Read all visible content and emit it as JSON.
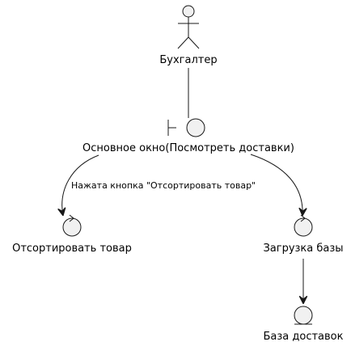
{
  "diagram": {
    "nodes": {
      "accountant": {
        "label": "Бухгалтер",
        "kind": "actor"
      },
      "main_window": {
        "label": "Основное окно(Посмотреть доставки)",
        "kind": "boundary"
      },
      "sort_goods": {
        "label": "Отсортировать товар",
        "kind": "control"
      },
      "load_db": {
        "label": "Загрузка базы",
        "kind": "control"
      },
      "deliveries_db": {
        "label": "База доставок",
        "kind": "entity"
      }
    },
    "edges": {
      "main_to_sort": {
        "label": "Нажата кнопка \"Отсортировать товар\""
      }
    },
    "colors": {
      "shape_fill": "#f1f1f1",
      "stroke": "#181818",
      "text": "#000000",
      "background": "#ffffff"
    }
  }
}
